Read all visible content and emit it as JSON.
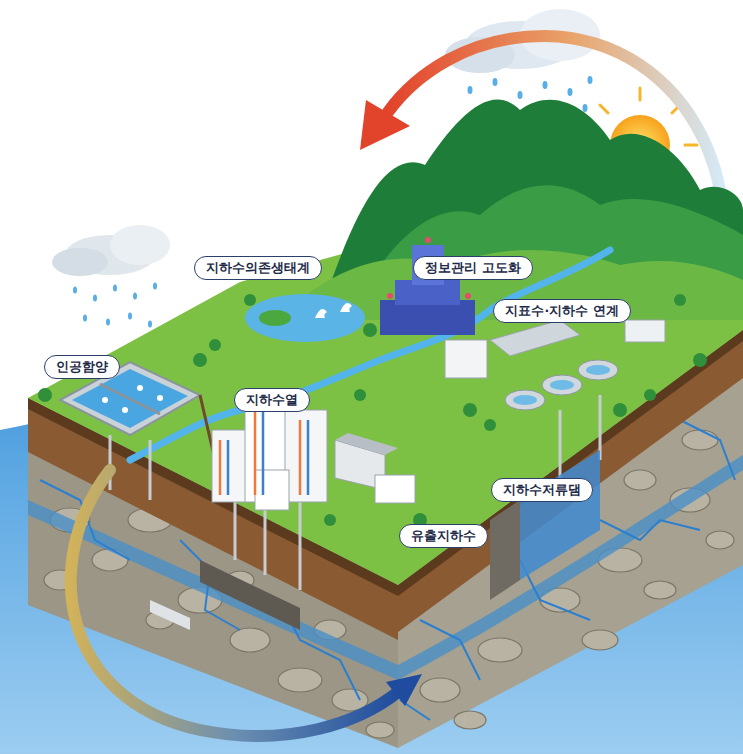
{
  "diagram": {
    "nodes": [
      {
        "text": [
          "지하수의존생태계"
        ]
      },
      {
        "text": [
          "정보관리 고도화"
        ]
      },
      {
        "text": [
          "지표수·지하수 연계"
        ]
      },
      {
        "text": [
          "인공함양"
        ]
      },
      {
        "text": [
          "지하수열"
        ]
      },
      {
        "text": [
          "지하수저류댐"
        ]
      },
      {
        "text": [
          "유출지하수"
        ]
      }
    ]
  }
}
